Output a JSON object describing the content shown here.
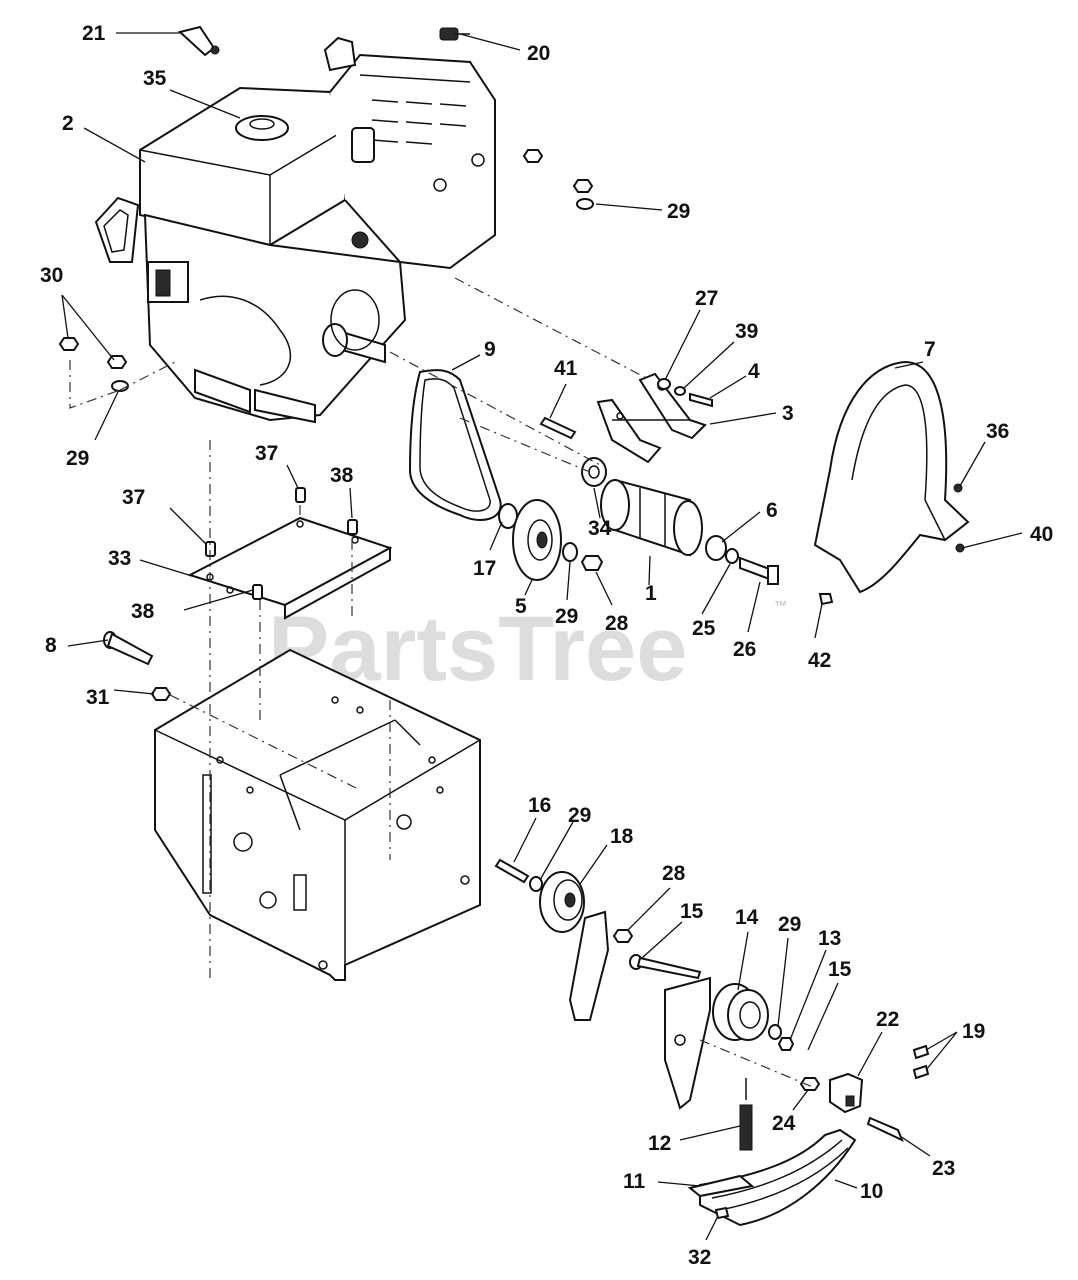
{
  "watermark": {
    "text": "PartsTree",
    "trademark": "™"
  },
  "callouts": [
    {
      "id": "c21",
      "label": "21"
    },
    {
      "id": "c20",
      "label": "20"
    },
    {
      "id": "c35",
      "label": "35"
    },
    {
      "id": "c2",
      "label": "2"
    },
    {
      "id": "c29a",
      "label": "29"
    },
    {
      "id": "c30",
      "label": "30"
    },
    {
      "id": "c29b",
      "label": "29"
    },
    {
      "id": "c9",
      "label": "9"
    },
    {
      "id": "c41",
      "label": "41"
    },
    {
      "id": "c27",
      "label": "27"
    },
    {
      "id": "c39",
      "label": "39"
    },
    {
      "id": "c4",
      "label": "4"
    },
    {
      "id": "c3",
      "label": "3"
    },
    {
      "id": "c7",
      "label": "7"
    },
    {
      "id": "c36",
      "label": "36"
    },
    {
      "id": "c37a",
      "label": "37"
    },
    {
      "id": "c38a",
      "label": "38"
    },
    {
      "id": "c37b",
      "label": "37"
    },
    {
      "id": "c33",
      "label": "33"
    },
    {
      "id": "c38b",
      "label": "38"
    },
    {
      "id": "c17",
      "label": "17"
    },
    {
      "id": "c34",
      "label": "34"
    },
    {
      "id": "c6",
      "label": "6"
    },
    {
      "id": "c40",
      "label": "40"
    },
    {
      "id": "c5",
      "label": "5"
    },
    {
      "id": "c29c",
      "label": "29"
    },
    {
      "id": "c28a",
      "label": "28"
    },
    {
      "id": "c1",
      "label": "1"
    },
    {
      "id": "c25",
      "label": "25"
    },
    {
      "id": "c26",
      "label": "26"
    },
    {
      "id": "c42",
      "label": "42"
    },
    {
      "id": "c8",
      "label": "8"
    },
    {
      "id": "c31",
      "label": "31"
    },
    {
      "id": "c16",
      "label": "16"
    },
    {
      "id": "c29d",
      "label": "29"
    },
    {
      "id": "c18",
      "label": "18"
    },
    {
      "id": "c28b",
      "label": "28"
    },
    {
      "id": "c15a",
      "label": "15"
    },
    {
      "id": "c14",
      "label": "14"
    },
    {
      "id": "c29e",
      "label": "29"
    },
    {
      "id": "c13",
      "label": "13"
    },
    {
      "id": "c15b",
      "label": "15"
    },
    {
      "id": "c22",
      "label": "22"
    },
    {
      "id": "c19",
      "label": "19"
    },
    {
      "id": "c24",
      "label": "24"
    },
    {
      "id": "c12",
      "label": "12"
    },
    {
      "id": "c23",
      "label": "23"
    },
    {
      "id": "c11",
      "label": "11"
    },
    {
      "id": "c10",
      "label": "10"
    },
    {
      "id": "c32",
      "label": "32"
    }
  ]
}
